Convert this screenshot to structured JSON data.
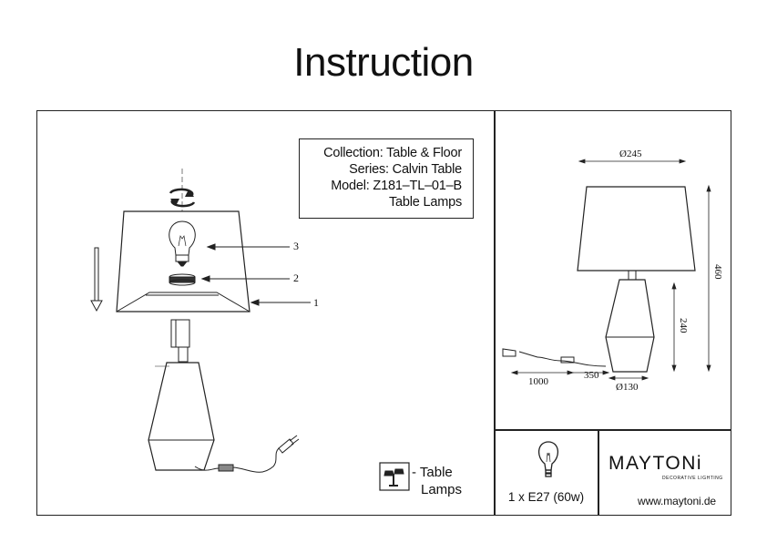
{
  "header": {
    "title": "Instruction"
  },
  "info": {
    "collection": "Collection: Table & Floor",
    "series": "Series: Calvin Table",
    "model": "Model: Z181–TL–01–B",
    "category": "Table Lamps"
  },
  "callouts": [
    "1",
    "2",
    "3"
  ],
  "legend": {
    "line1": "- Table",
    "line2": "Lamps"
  },
  "dimensions": {
    "shade_diameter": "Ø245",
    "height_total": "460",
    "height_base": "240",
    "cable": "1000",
    "cable_to_switch": "350",
    "base_diameter": "Ø130"
  },
  "spec": {
    "bulb": "1 x E27 (60w)"
  },
  "brand": {
    "name": "MAYTONi",
    "tagline": "DECORATIVE LIGHTING",
    "website": "www.maytoni.de"
  },
  "icons": [
    "rotate-icon",
    "arrow-down-icon",
    "bulb-icon",
    "table-lamp-icon"
  ]
}
